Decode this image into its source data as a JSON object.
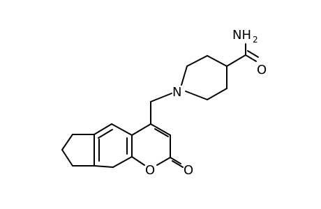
{
  "molecule": {
    "atom_labels": {
      "amide_n": "NH",
      "amide_n_sub": "2",
      "amide_o": "O",
      "ring_n": "N",
      "lactone_o": "O",
      "carbonyl_o": "O"
    },
    "colors": {
      "bond": "#000000",
      "text": "#000000",
      "background": "#ffffff"
    }
  }
}
